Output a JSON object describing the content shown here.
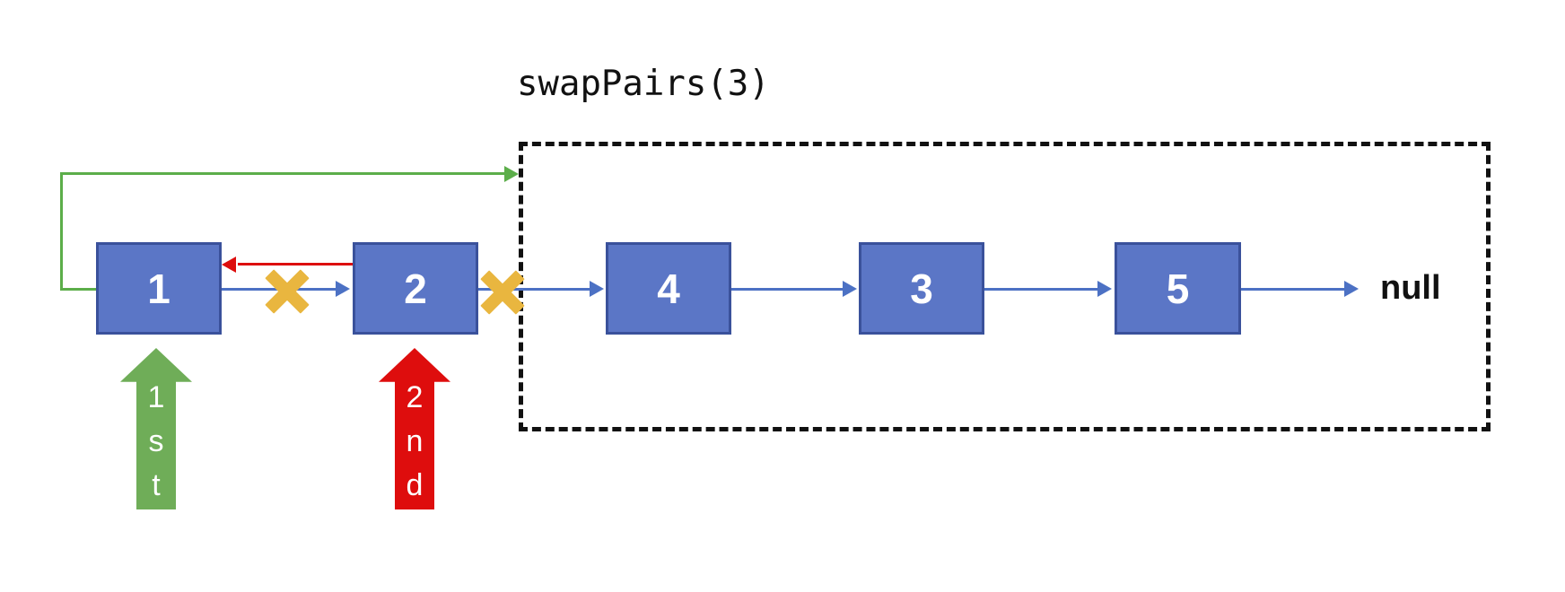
{
  "title": "swapPairs(3)",
  "list": {
    "nodes": [
      "1",
      "2",
      "4",
      "3",
      "5"
    ],
    "null_label": "null"
  },
  "pointers": {
    "first": {
      "label": "1st",
      "stacked": "1\ns\nt"
    },
    "second": {
      "label": "2nd",
      "stacked": "2\nn\nd"
    }
  },
  "colors": {
    "node_fill": "#5B76C6",
    "node_border": "#3A519B",
    "link_blue": "#4C71C4",
    "link_red": "#DD0E0E",
    "link_green": "#5CAE4A",
    "pointer_green": "#6FAD58",
    "pointer_red": "#DE0D0D",
    "cross_gold": "#E9B63F",
    "box_dash": "#111111"
  }
}
